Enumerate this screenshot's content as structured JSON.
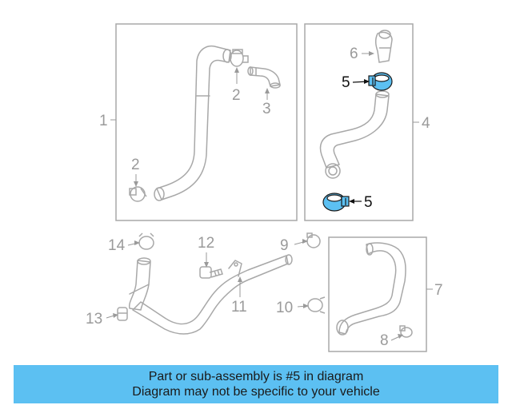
{
  "callouts": {
    "c1": "1",
    "c2a": "2",
    "c2b": "2",
    "c3": "3",
    "c4": "4",
    "c5a": "5",
    "c5b": "5",
    "c6": "6",
    "c7": "7",
    "c8": "8",
    "c9": "9",
    "c10": "10",
    "c11": "11",
    "c12": "12",
    "c13": "13",
    "c14": "14"
  },
  "banner": {
    "line1": "Part or sub-assembly is #5 in diagram",
    "line2": "Diagram may not be specific to your vehicle"
  },
  "colors": {
    "line": "#a8a8a8",
    "highlight": "#5cc0f2",
    "highlight_stroke": "#1a1a1a",
    "banner_bg": "#5cc0f2"
  }
}
